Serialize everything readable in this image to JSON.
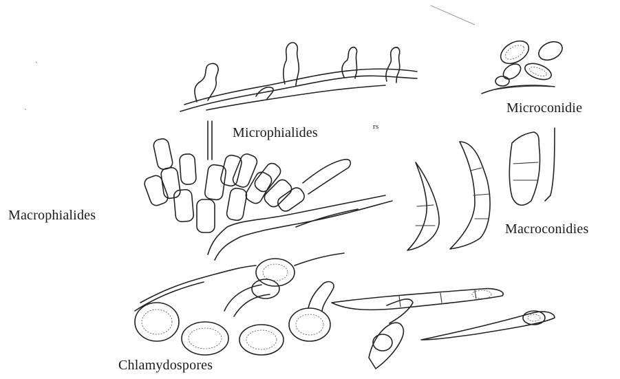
{
  "labels": {
    "microconidie": "Microconidie",
    "microphialides": "Microphialides",
    "macrophialides": "Macrophialides",
    "macroconidies": "Macroconidies",
    "chlamydospores": "Chlamydospores",
    "stray_mark": "rs"
  },
  "colors": {
    "ink": "#222222",
    "paper": "#ffffff"
  }
}
